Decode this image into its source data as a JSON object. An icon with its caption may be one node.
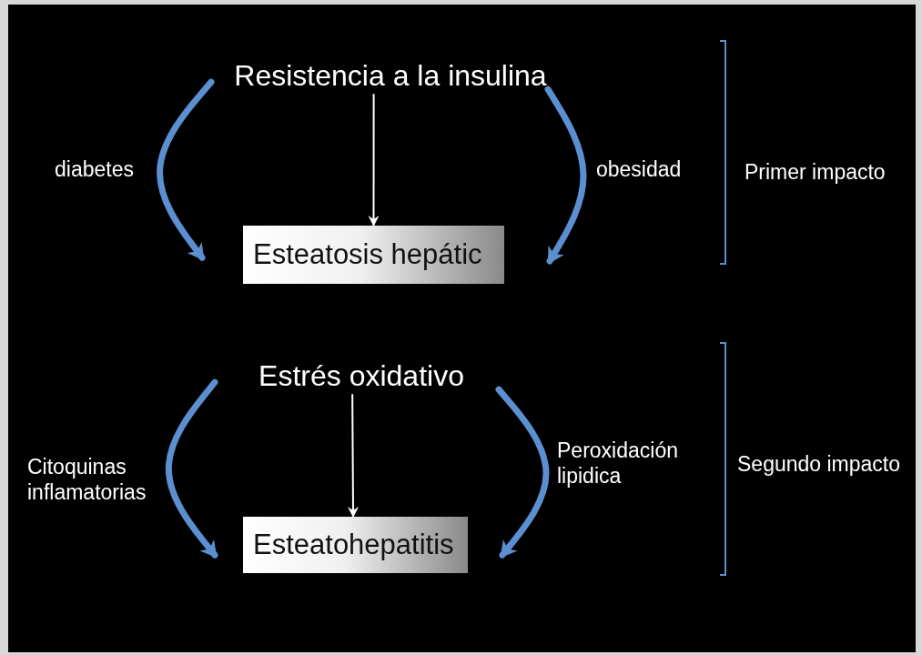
{
  "diagram": {
    "nodes": [
      {
        "text": [
          "Resistencia a la insulina"
        ]
      },
      {
        "text": [
          "Esteatosis hepátic"
        ]
      },
      {
        "text": [
          "Estrés oxidativo"
        ]
      },
      {
        "text": [
          "Esteatohepatitis"
        ]
      }
    ],
    "edges": [
      {
        "from": 0,
        "to": 1,
        "arrow": "to",
        "color": "#ffffff"
      },
      {
        "from": 0,
        "to": 1,
        "arrow": "to"
      },
      {
        "from": 0,
        "to": 1,
        "arrow": "to"
      },
      {
        "from": 2,
        "to": 3,
        "arrow": "to",
        "color": "#ffffff"
      },
      {
        "from": 2,
        "to": 3,
        "arrow": "to"
      },
      {
        "from": 2,
        "to": 3,
        "arrow": "to"
      }
    ],
    "labels": [
      "diabetes",
      "obesidad",
      "Primer impacto",
      "Citoquinas inflamatorias",
      "Peroxidación lipidica",
      "Segundo impacto"
    ]
  }
}
